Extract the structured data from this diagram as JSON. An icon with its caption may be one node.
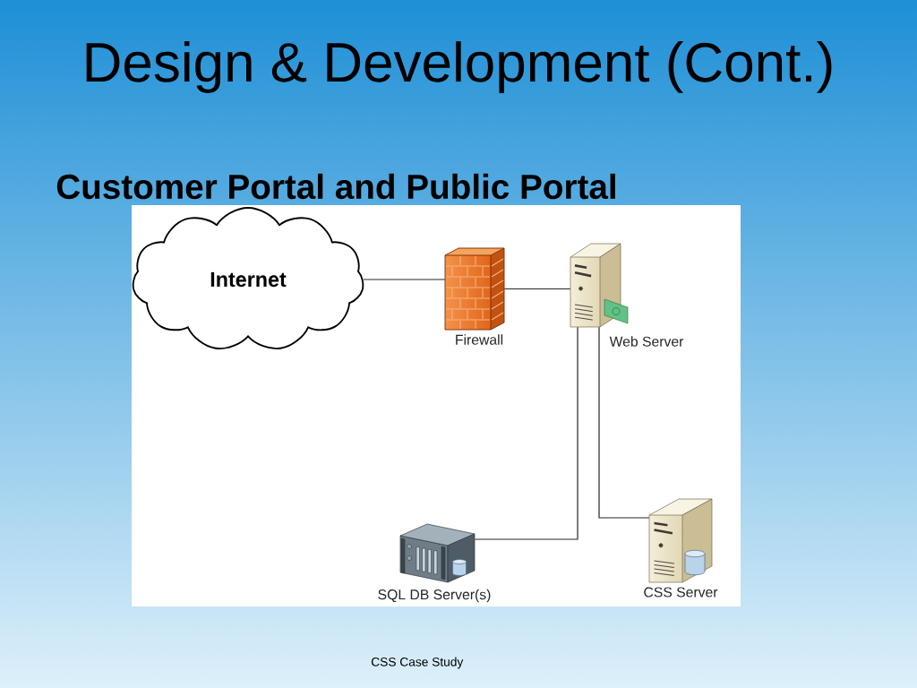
{
  "diagram": {
    "title": "Design & Development (Cont.)",
    "nodes": [
      {
        "text": [
          "Internet"
        ]
      },
      {
        "text": [],
        "shape": "picture",
        "beside": [
          "Firewall"
        ]
      },
      {
        "text": [],
        "shape": "picture",
        "beside": [
          "Web Server"
        ]
      },
      {
        "text": [],
        "shape": "picture",
        "beside": [
          "SQL DB Server(s)"
        ]
      },
      {
        "text": [],
        "shape": "picture",
        "beside": [
          "CSS Server"
        ]
      }
    ],
    "edges": [
      {
        "from": 0,
        "to": 1,
        "arrow": "none"
      },
      {
        "from": 1,
        "to": 2,
        "arrow": "none"
      },
      {
        "from": 2,
        "to": 3,
        "arrow": "none"
      },
      {
        "from": 2,
        "to": 4,
        "arrow": "none"
      }
    ],
    "labels": [
      "Customer Portal and Public Portal",
      "CSS Case Study"
    ]
  }
}
